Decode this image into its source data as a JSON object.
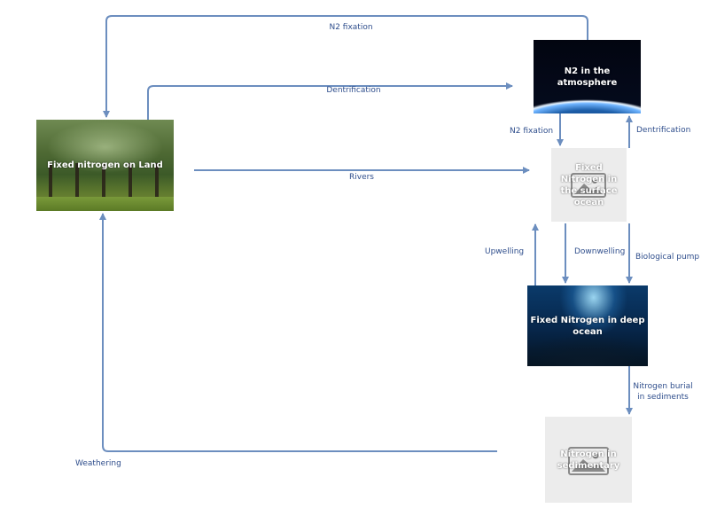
{
  "nodes": {
    "land": "Fixed nitrogen on Land",
    "atmosphere": "N2 in the atmosphere",
    "surface_ocean": "Fixed Nitrogen in the surface ocean",
    "deep_ocean": "Fixed Nitrogen in deep ocean",
    "sediments": "Nitrogen in sedimentary"
  },
  "edges": {
    "n2_fixation_top": "N2 fixation",
    "denitrification_land": "Dentrification",
    "n2_fixation_ocean": "N2 fixation",
    "denitrification_ocean": "Dentrification",
    "rivers": "Rivers",
    "upwelling": "Upwelling",
    "downwelling": "Downwelling",
    "biological_pump": "Biological pump",
    "burial_line1": "Nitrogen burial",
    "burial_line2": "in sediments",
    "weathering": "Weathering"
  },
  "colors": {
    "arrow": "#6c8ebf",
    "label": "#2f4e8c"
  },
  "icons": {
    "placeholder": "image-placeholder-icon"
  }
}
